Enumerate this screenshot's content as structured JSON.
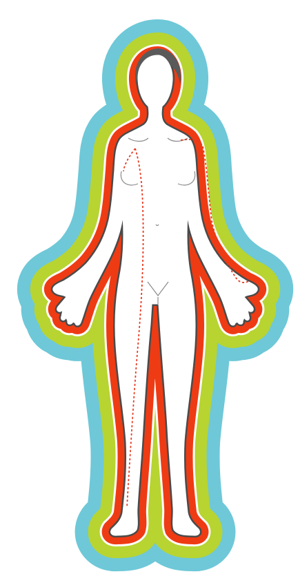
{
  "colors": {
    "background": "#ffffff",
    "aura_outer": "#6ec8d8",
    "aura_middle": "#b7d431",
    "aura_inner": "#ee3b14",
    "body_outline": "#4a4a4a",
    "body_fill": "#ffffff",
    "hair": "#5a5a5a",
    "dotted_line": "#e53a20"
  },
  "layers": [
    {
      "name": "outer-aura",
      "color": "#6ec8d8"
    },
    {
      "name": "middle-aura",
      "color": "#b7d431"
    },
    {
      "name": "inner-aura",
      "color": "#ee3b14"
    },
    {
      "name": "body-silhouette",
      "color": "#ffffff"
    }
  ],
  "paths": [
    {
      "name": "torso-leg-dotted-path",
      "style": "dotted",
      "color": "#e53a20"
    },
    {
      "name": "arm-dotted-path",
      "style": "dotted",
      "color": "#e53a20"
    }
  ]
}
